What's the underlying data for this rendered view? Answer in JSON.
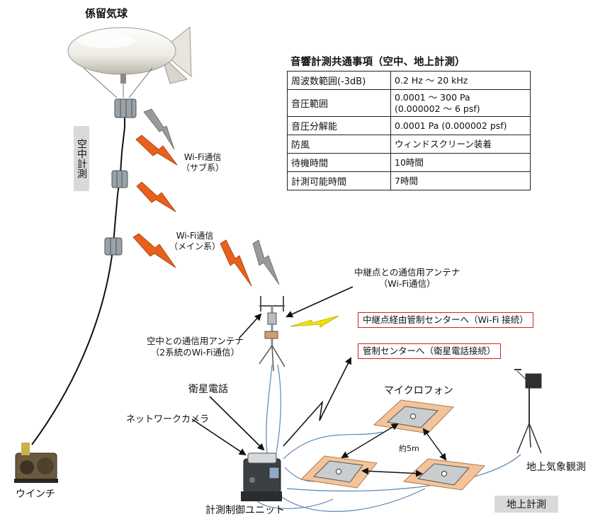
{
  "labels": {
    "balloon": "係留気球",
    "air_measure": "空中計測",
    "wifi_sub": "Wi-Fi通信\n（サブ系）",
    "wifi_main": "Wi-Fi通信\n（メイン系）",
    "relay_antenna": "中継点との通信用アンテナ\n（Wi-Fi通信）",
    "relay_route": "中継点経由管制センターへ（Wi-Fi 接続）",
    "satellite_route": "管制センターへ（衛星電話接続）",
    "air_antenna": "空中との通信用アンテナ\n（2系統のWi-Fi通信）",
    "sat_phone": "衛星電話",
    "network_camera": "ネットワークカメラ",
    "microphone": "マイクロフォン",
    "distance": "約5m",
    "ground_weather": "地上気象観測",
    "winch": "ウインチ",
    "control_unit": "計測制御ユニット",
    "ground_measure": "地上計測"
  },
  "spec": {
    "title": "音響計測共通事項（空中、地上計測）",
    "rows": [
      {
        "key": "周波数範囲(-3dB)",
        "value": "0.2 Hz ～ 20 kHz"
      },
      {
        "key": "音圧範囲",
        "value": "0.0001 ～ 300 Pa\n(0.000002 ～ 6 psf)"
      },
      {
        "key": "音圧分解能",
        "value": "0.0001 Pa (0.000002 psf)"
      },
      {
        "key": "防風",
        "value": "ウィンドスクリーン装着"
      },
      {
        "key": "待機時間",
        "value": "10時間"
      },
      {
        "key": "計測可能時間",
        "value": "7時間"
      }
    ]
  },
  "colors": {
    "bolt_orange": "#e8601c",
    "bolt_gray": "#9a9a9a",
    "bolt_yellow": "#f2e200",
    "cable_blue": "#5b87b7",
    "pad_orange": "#f3c49a",
    "highlight_red": "#d32222",
    "tag_gray": "#d9d9d9"
  }
}
